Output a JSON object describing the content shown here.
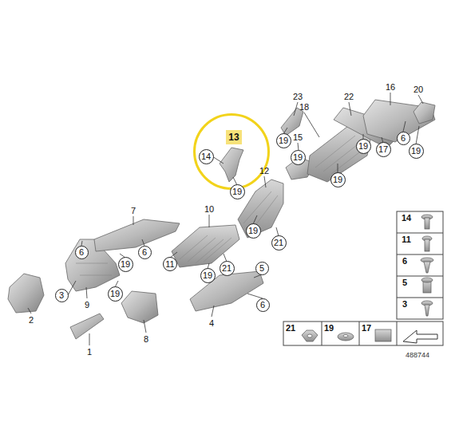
{
  "diagram": {
    "nodes": [
      {
        "text": [
          "13"
        ]
      },
      {
        "text": [
          "14"
        ],
        "in": 0
      },
      {
        "text": [
          "19"
        ]
      },
      {
        "text": [
          "19"
        ]
      },
      {
        "text": [
          "19"
        ]
      },
      {
        "text": [
          "17"
        ]
      },
      {
        "text": [
          "6"
        ]
      },
      {
        "text": [
          "19"
        ]
      },
      {
        "text": [
          "19"
        ]
      },
      {
        "text": [
          "19"
        ]
      },
      {
        "text": [
          "19"
        ]
      },
      {
        "text": [
          "21"
        ]
      },
      {
        "text": [
          "6"
        ]
      },
      {
        "text": [
          "6"
        ]
      },
      {
        "text": [
          "11"
        ]
      },
      {
        "text": [
          "19"
        ]
      },
      {
        "text": [
          "21"
        ]
      },
      {
        "text": [
          "5"
        ]
      },
      {
        "text": [
          "19"
        ]
      },
      {
        "text": [
          "19"
        ]
      },
      {
        "text": [
          "3"
        ]
      },
      {
        "text": [
          "6"
        ]
      }
    ],
    "labels": [
      "23",
      "22",
      "16",
      "20",
      "18",
      "15",
      "12",
      "7",
      "10",
      "9",
      "2",
      "8",
      "4",
      "1",
      "14",
      "11",
      "6",
      "5",
      "3",
      "21",
      "19",
      "17",
      "488744"
    ]
  }
}
